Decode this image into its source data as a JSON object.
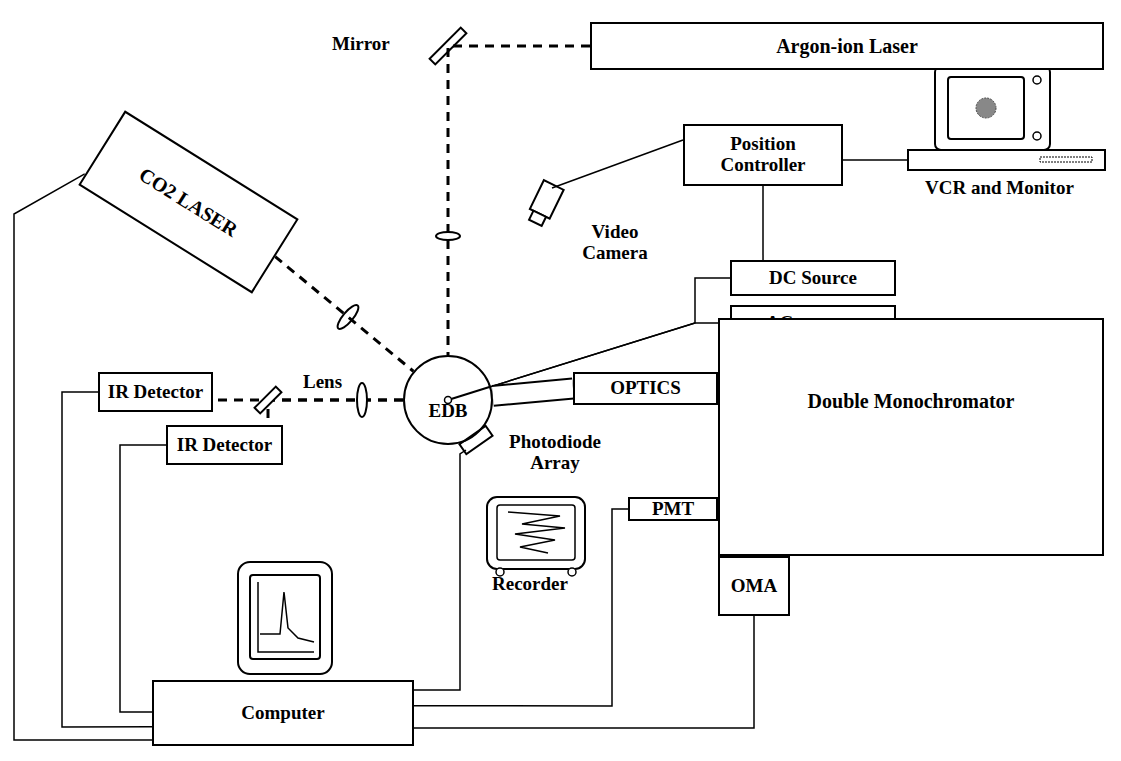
{
  "diagram": {
    "nodes": [
      {
        "text": [
          "Argon-ion Laser"
        ]
      },
      {
        "text": [
          "Position Controller"
        ]
      },
      {
        "text": [
          "CO2 LASER"
        ]
      },
      {
        "text": [
          "DC Source"
        ]
      },
      {
        "text": [
          "AC sourace"
        ]
      },
      {
        "text": [
          "EDB"
        ]
      },
      {
        "text": [
          "IR Detector"
        ]
      },
      {
        "text": [
          "IR Detector"
        ]
      },
      {
        "text": [
          "OPTICS"
        ]
      },
      {
        "text": [
          "Double Monochromator"
        ]
      },
      {
        "text": [
          "PMT"
        ]
      },
      {
        "text": [
          "OMA"
        ]
      },
      {
        "text": [
          "Computer"
        ]
      }
    ],
    "edges": [
      {
        "from": 0,
        "to": 5,
        "arrow": "none"
      },
      {
        "from": 1,
        "to": 3,
        "arrow": "none"
      },
      {
        "from": 3,
        "to": 5,
        "arrow": "none"
      },
      {
        "from": 4,
        "to": 5,
        "arrow": "none"
      },
      {
        "from": 2,
        "to": 5,
        "arrow": "none"
      },
      {
        "from": 5,
        "to": 6,
        "arrow": "none"
      },
      {
        "from": 5,
        "to": 7,
        "arrow": "none"
      },
      {
        "from": 5,
        "to": 8,
        "arrow": "none"
      },
      {
        "from": 2,
        "to": 12,
        "arrow": "none"
      },
      {
        "from": 6,
        "to": 12,
        "arrow": "none"
      },
      {
        "from": 7,
        "to": 12,
        "arrow": "none"
      },
      {
        "from": 10,
        "to": 12,
        "arrow": "none"
      },
      {
        "from": 11,
        "to": 12,
        "arrow": "none"
      }
    ],
    "labels": [
      "Mirror",
      "VCR and Monitor",
      "Video Camera",
      "Lens",
      "Photodiode Array",
      "Recorder"
    ]
  }
}
